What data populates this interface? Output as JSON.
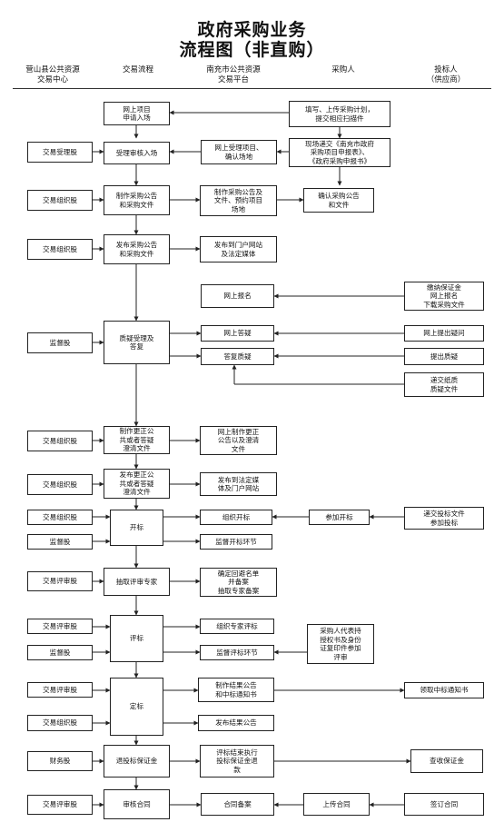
{
  "title": {
    "line1": "政府采购业务",
    "line2": "流程图（非直购）"
  },
  "headers": [
    "营山县公共资源\n交易中心",
    "交易流程",
    "南充市公共资源\n交易平台",
    "采购人",
    "投标人\n（供应商）"
  ],
  "boxes": {
    "b_online_apply": "网上项目\n申请入场",
    "b_fill_plan": "填写、上传采购计划，\n提交相应扫描件",
    "b_trade_accept": "交易受理股",
    "b_accept_review": "受理审核入场",
    "b_online_accept": "网上受理项目、\n确认场地",
    "b_submit_forms": "现场递交《南充市政府\n采购项目申报表》、\n《政府采购申报书》",
    "b_org1": "交易组织股",
    "b_make_notice": "制作采购公告\n和采购文件",
    "b_make_files": "制作采购公告及\n文件、预约项目\n场地",
    "b_confirm_notice": "确认采购公告\n和文件",
    "b_org2": "交易组织股",
    "b_publish_notice": "发布采购公告\n和采购文件",
    "b_publish_web": "发布到门户网站\n及法定媒体",
    "b_online_signup": "网上报名",
    "b_pay_deposit": "缴纳保证金\n网上报名\n下载采购文件",
    "b_supervise": "监督股",
    "b_query_accept": "质疑受理及\n答复",
    "b_online_answer": "网上答疑",
    "b_online_question": "网上提出疑问",
    "b_reply_challenge": "答复质疑",
    "b_raise_challenge": "提出质疑",
    "b_submit_paper": "递交纸质\n质疑文件",
    "b_org3": "交易组织股",
    "b_make_correction": "制作更正公\n共或者答疑\n澄清文件",
    "b_online_correction": "网上制作更正\n公告以及澄清\n文件",
    "b_org4": "交易组织股",
    "b_publish_correction": "发布更正公\n共或者答疑\n澄清文件",
    "b_publish_media": "发布到法定媒\n体及门户网站",
    "b_org5": "交易组织股",
    "b_open_bid": "开标",
    "b_organize_open": "组织开标",
    "b_attend_open": "参加开标",
    "b_submit_bid": "递交投标文件\n参加投标",
    "b_supervise2": "监督股",
    "b_monitor_open": "监督开标环节",
    "b_eval_dept1": "交易评审股",
    "b_draw_experts": "抽取评审专家",
    "b_determine_experts": "确定回避名单\n并备案\n抽取专家备案",
    "b_eval_dept2": "交易评审股",
    "b_evaluate": "评标",
    "b_organize_experts": "组织专家评标",
    "b_purchaser_rep": "采购人代表持\n授权书及身份\n证复印件参加\n评审",
    "b_supervise3": "监督股",
    "b_monitor_eval": "监督评标环节",
    "b_eval_dept3": "交易评审股",
    "b_decide": "定标",
    "b_make_result": "制作结果公告\n和中标通知书",
    "b_receive_notice": "领取中标通知书",
    "b_org6": "交易组织股",
    "b_publish_result": "发布结果公告",
    "b_finance": "财务股",
    "b_refund_deposit": "退投标保证金",
    "b_refund_after": "评标结束执行\n投标保证金退\n款",
    "b_check_deposit": "查收保证金",
    "b_eval_dept4": "交易评审股",
    "b_review_contract": "审核合同",
    "b_contract_record": "合同备案",
    "b_upload_contract": "上传合同",
    "b_sign_contract": "签订合同"
  }
}
